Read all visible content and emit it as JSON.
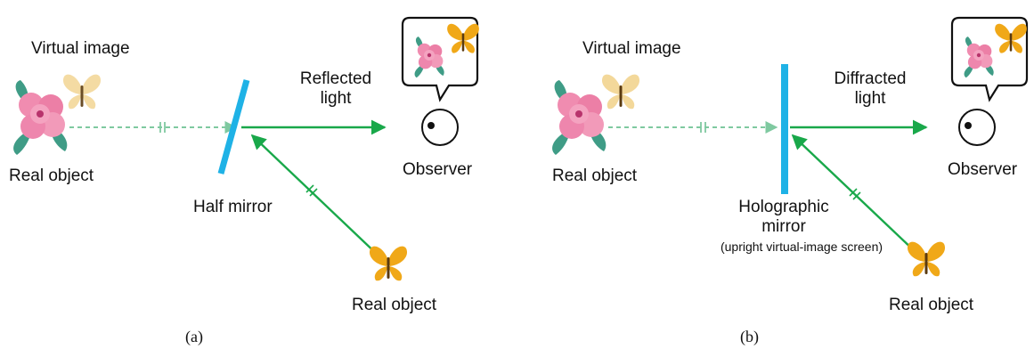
{
  "panel_a": {
    "virtual_image_label": "Virtual image",
    "real_object_left_label": "Real object",
    "reflected_light_line1": "Reflected",
    "reflected_light_line2": "light",
    "observer_label": "Observer",
    "mirror_label": "Half mirror",
    "real_object_bottom_label": "Real object",
    "caption": "(a)"
  },
  "panel_b": {
    "virtual_image_label": "Virtual image",
    "real_object_left_label": "Real object",
    "diffracted_light_line1": "Diffracted",
    "diffracted_light_line2": "light",
    "observer_label": "Observer",
    "mirror_line1": "Holographic",
    "mirror_line2": "mirror",
    "mirror_line3": "(upright virtual-image screen)",
    "real_object_bottom_label": "Real object",
    "caption": "(b)"
  },
  "colors": {
    "mirror": "#1fb2e6",
    "light_ray": "#19a84a",
    "virtual_ray": "#7fc9a0",
    "flower_petal": "#f08cb0",
    "flower_leaf": "#3f9c86",
    "butterfly": "#f0a818",
    "butterfly_faded": "#f3d89a"
  },
  "icons": [
    "flower-icon",
    "butterfly-icon",
    "eye-icon",
    "speech-bubble-icon"
  ]
}
